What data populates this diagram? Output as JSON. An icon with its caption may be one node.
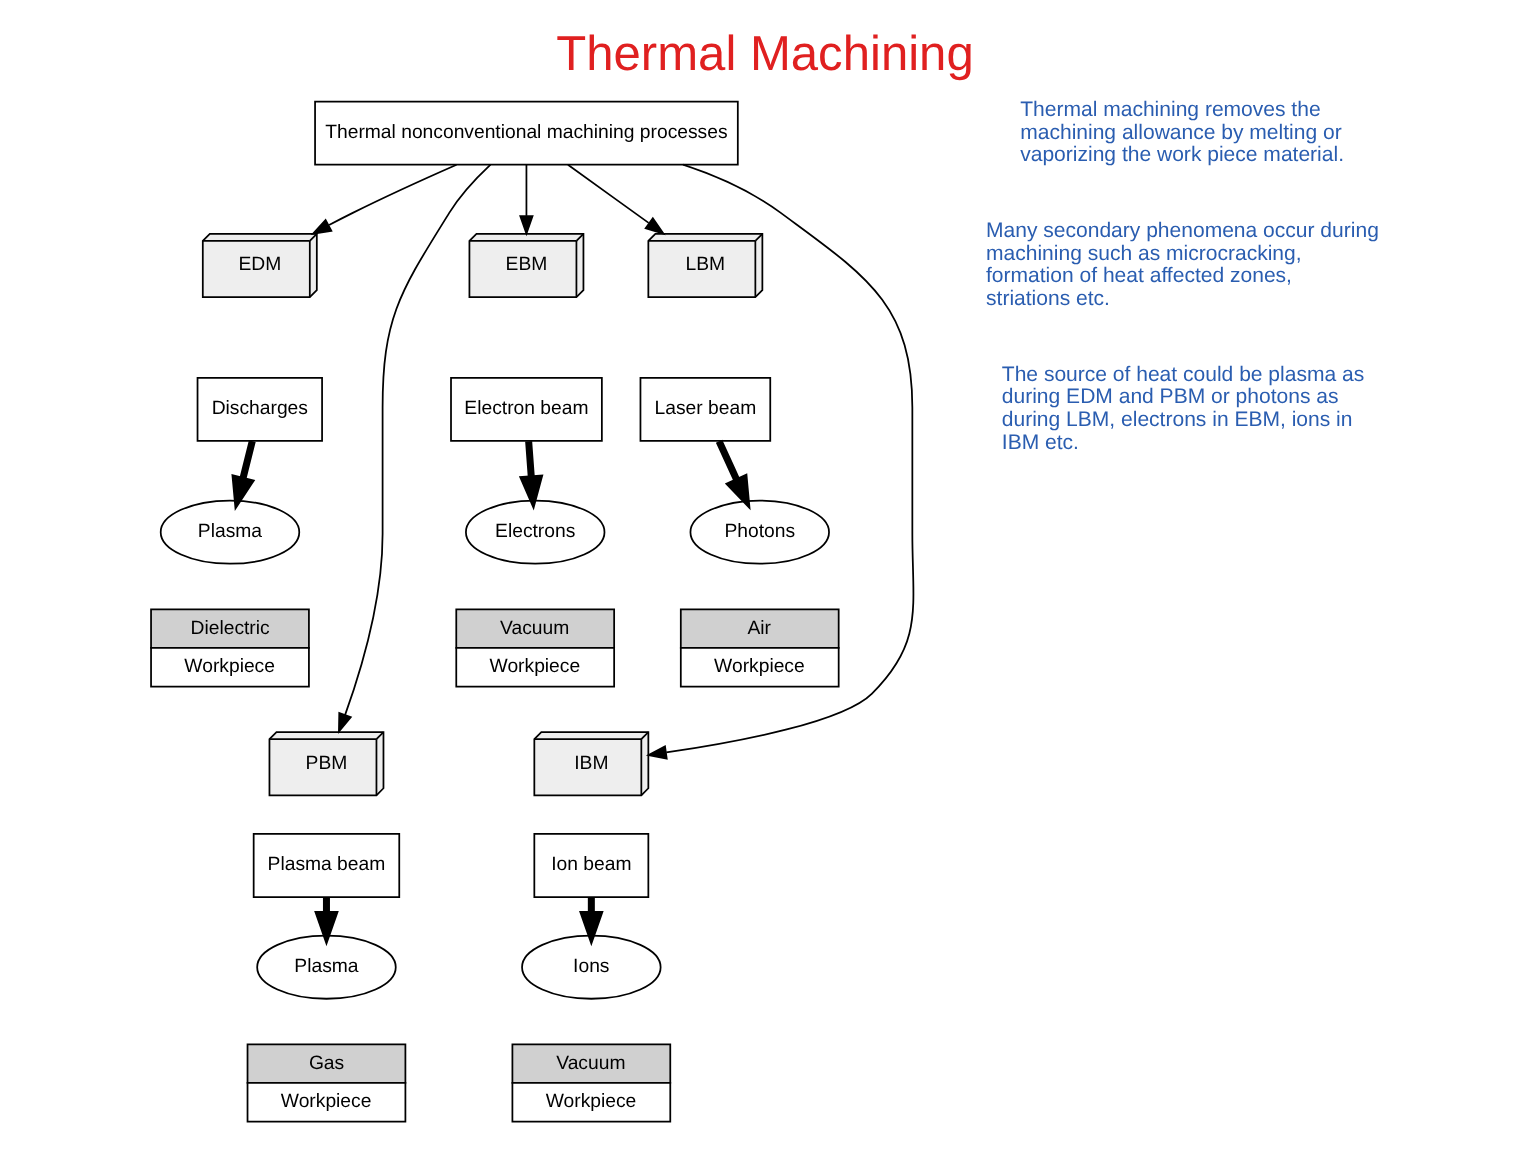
{
  "diagram": {
    "title": "Thermal Machining",
    "nodes": [
      {
        "text": [
          "Thermal nonconventional machining processes"
        ]
      },
      {
        "text": [
          "EDM"
        ]
      },
      {
        "text": [
          "EBM"
        ]
      },
      {
        "text": [
          "LBM"
        ]
      },
      {
        "text": [
          "PBM"
        ]
      },
      {
        "text": [
          "IBM"
        ]
      },
      {
        "text": [
          "Discharges"
        ]
      },
      {
        "text": [
          "Electron beam"
        ]
      },
      {
        "text": [
          "Laser beam"
        ]
      },
      {
        "text": [
          "Plasma beam"
        ]
      },
      {
        "text": [
          "Ion beam"
        ]
      },
      {
        "text": [
          "Plasma"
        ]
      },
      {
        "text": [
          "Electrons"
        ]
      },
      {
        "text": [
          "Photons"
        ]
      },
      {
        "text": [
          "Plasma"
        ]
      },
      {
        "text": [
          "Ions"
        ]
      },
      {
        "text": [
          "Dielectric",
          "Workpiece"
        ]
      },
      {
        "text": [
          "Vacuum",
          "Workpiece"
        ]
      },
      {
        "text": [
          "Air",
          "Workpiece"
        ]
      },
      {
        "text": [
          "Gas",
          "Workpiece"
        ]
      },
      {
        "text": [
          "Vacuum",
          "Workpiece"
        ]
      }
    ],
    "edges": [
      {
        "from": 0,
        "to": 1,
        "arrow": "to"
      },
      {
        "from": 0,
        "to": 2,
        "arrow": "to"
      },
      {
        "from": 0,
        "to": 3,
        "arrow": "to"
      },
      {
        "from": 0,
        "to": 4,
        "arrow": "to"
      },
      {
        "from": 0,
        "to": 5,
        "arrow": "to"
      },
      {
        "from": 6,
        "to": 11,
        "arrow": "to",
        "style": "thick"
      },
      {
        "from": 7,
        "to": 12,
        "arrow": "to",
        "style": "thick"
      },
      {
        "from": 8,
        "to": 13,
        "arrow": "to",
        "style": "thick"
      },
      {
        "from": 9,
        "to": 14,
        "arrow": "to",
        "style": "thick"
      },
      {
        "from": 10,
        "to": 15,
        "arrow": "to",
        "style": "thick"
      }
    ],
    "labels": [
      "Thermal machining removes the machining allowance by melting or vaporizing the work piece material.",
      "Many secondary phenomena occur during machining such as microcracking, formation of heat affected zones, striations etc.",
      "The source of heat could be plasma as during EDM and PBM or photons as during LBM, electrons in EBM, ions in IBM etc."
    ]
  }
}
